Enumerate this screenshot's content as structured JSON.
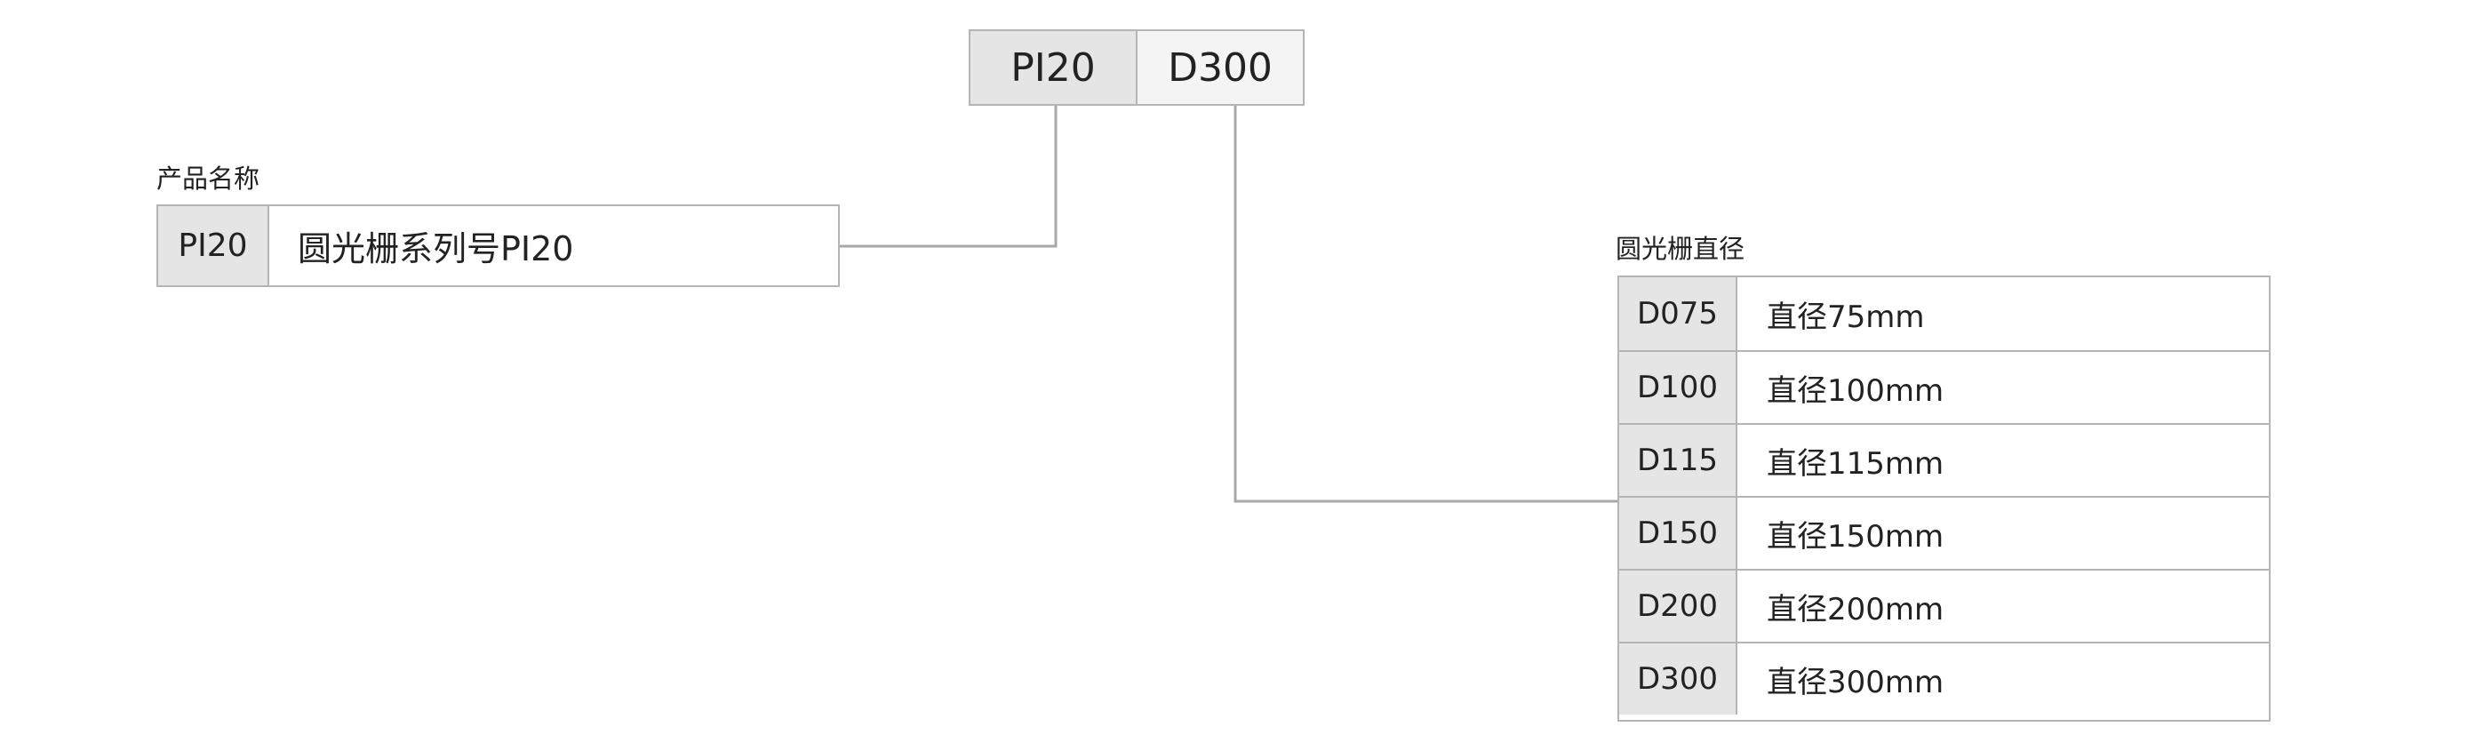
{
  "code": {
    "segments": [
      "PI20",
      "D300"
    ]
  },
  "product_name": {
    "label": "产品名称",
    "rows": [
      {
        "code": "PI20",
        "desc": "圆光栅系列号PI20"
      }
    ]
  },
  "diameter": {
    "label": "圆光栅直径",
    "rows": [
      {
        "code": "D075",
        "desc": "直径75mm"
      },
      {
        "code": "D100",
        "desc": "直径100mm"
      },
      {
        "code": "D115",
        "desc": "直径115mm"
      },
      {
        "code": "D150",
        "desc": "直径150mm"
      },
      {
        "code": "D200",
        "desc": "直径200mm"
      },
      {
        "code": "D300",
        "desc": "直径300mm"
      }
    ]
  },
  "colors": {
    "border": "#b5b5b5",
    "key_fill": "#e5e5e5",
    "line": "#a8a8a8"
  }
}
